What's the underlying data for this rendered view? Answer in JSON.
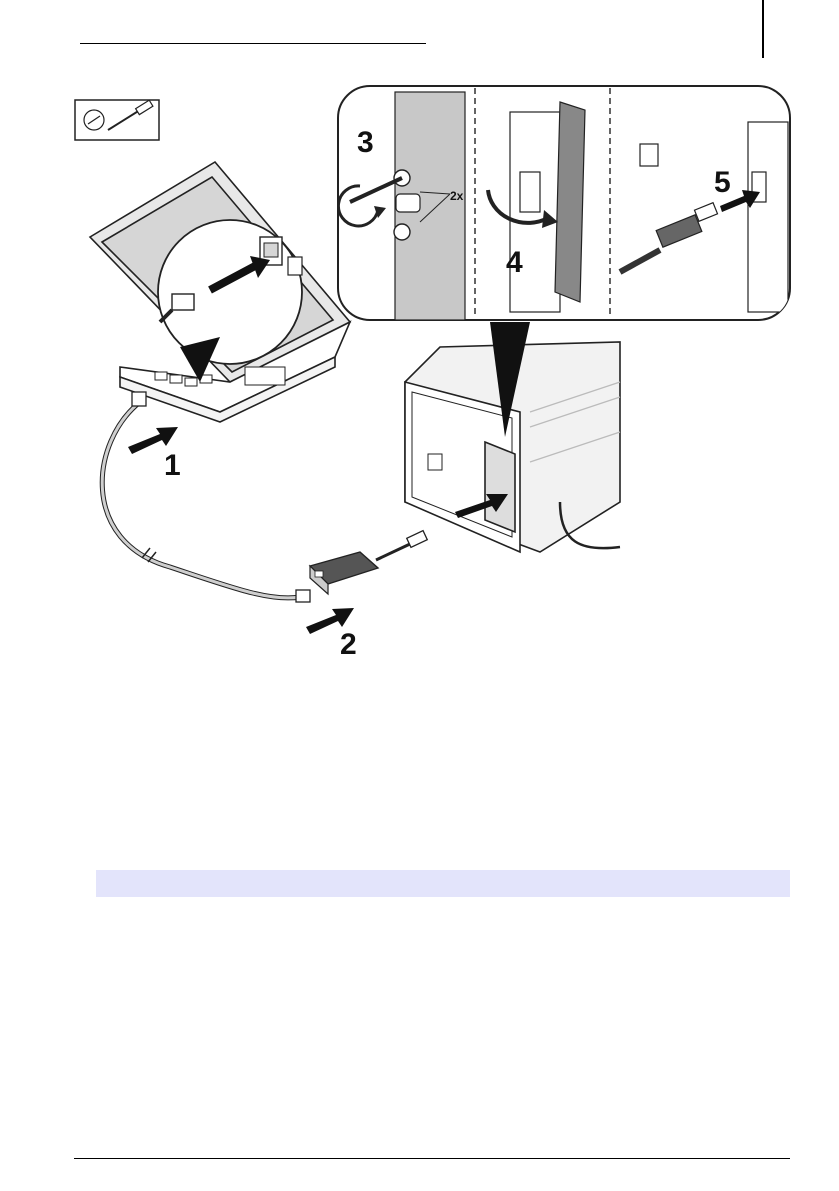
{
  "figure": {
    "steps": [
      {
        "label": "1"
      },
      {
        "label": "2"
      },
      {
        "label": "3"
      },
      {
        "label": "4"
      },
      {
        "label": "5"
      }
    ],
    "multiplier": "2x"
  },
  "colors": {
    "highlight": "#e3e4fb",
    "line": "#222222",
    "panel_gray": "#c8c8c8",
    "cable_gray": "#cfcfcf"
  },
  "icons": [
    "screwdriver-icon",
    "usb-adapter-icon",
    "rj45-connector-icon"
  ]
}
